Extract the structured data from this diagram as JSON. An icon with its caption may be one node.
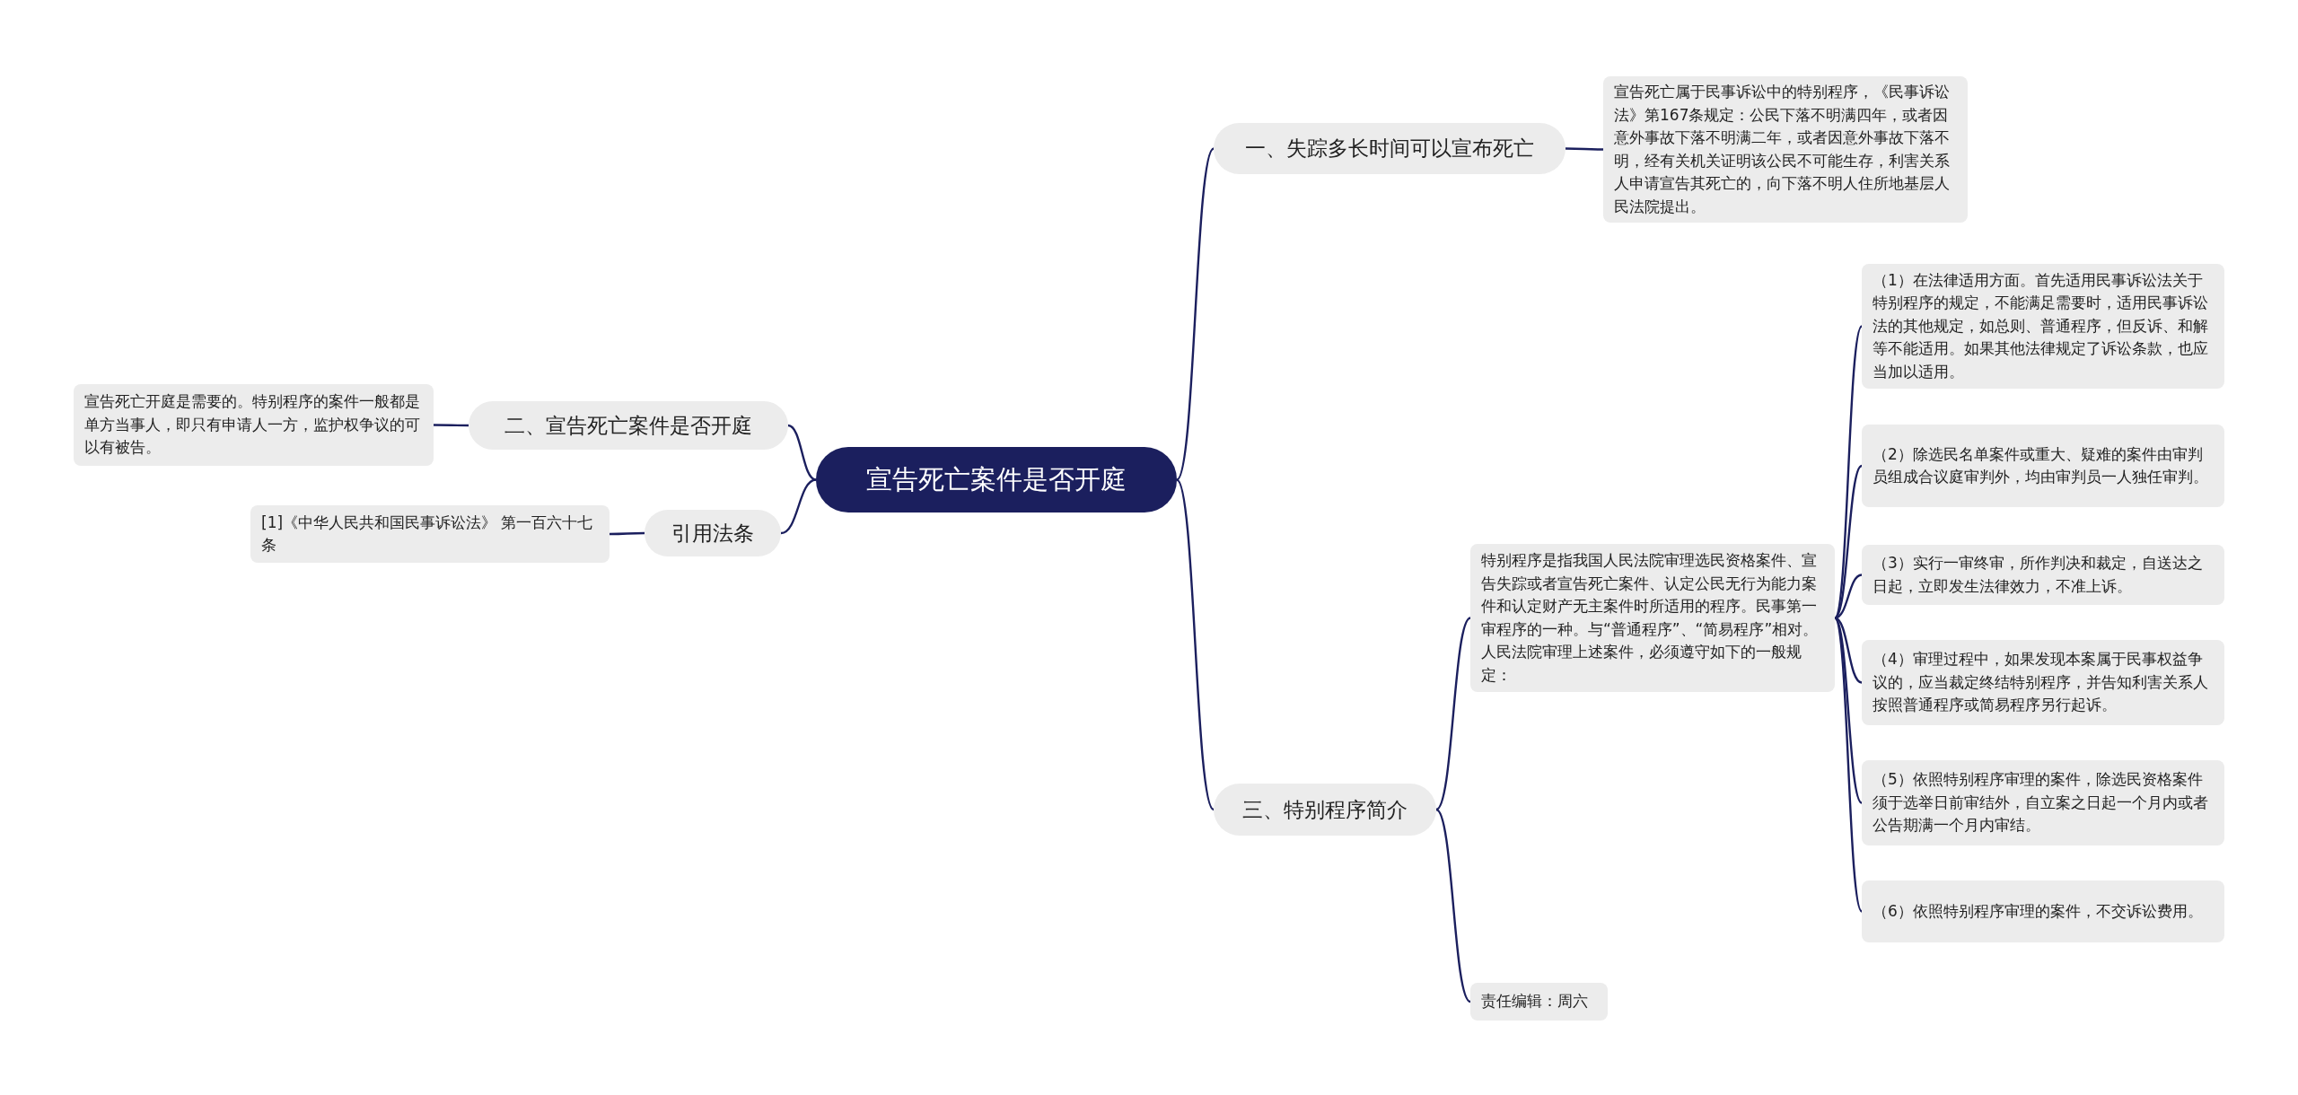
{
  "diagram": {
    "nodes": [
      {
        "text": [
          "宣告死亡案件是否开庭"
        ]
      },
      {
        "text": [
          "一、失踪多长时间可以宣布死亡"
        ]
      },
      {
        "text": [
          "宣告死亡属于民事诉讼中的特别程序，《民事诉讼法》第167条规定：公民下落不明满四年，或者因意外事故下落不明满二年，或者因意外事故下落不明，经有关机关证明该公民不可能生存，利害关系人申请宣告其死亡的，向下落不明人住所地基层人民法院提出。"
        ]
      },
      {
        "text": [
          "二、宣告死亡案件是否开庭"
        ]
      },
      {
        "text": [
          "宣告死亡开庭是需要的。特别程序的案件一般都是单方当事人，即只有申请人一方，监护权争议的可以有被告。"
        ]
      },
      {
        "text": [
          "引用法条"
        ]
      },
      {
        "text": [
          "[1]《中华人民共和国民事诉讼法》 第一百六十七条"
        ]
      },
      {
        "text": [
          "三、特别程序简介"
        ]
      },
      {
        "text": [
          "特别程序是指我国人民法院审理选民资格案件、宣告失踪或者宣告死亡案件、认定公民无行为能力案件和认定财产无主案件时所适用的程序。民事第一审程序的一种。与“普通程序”、“简易程序”相对。人民法院审理上述案件，必须遵守如下的一般规定："
        ]
      },
      {
        "text": [
          "（1）在法律适用方面。首先适用民事诉讼法关于特别程序的规定，不能满足需要时，适用民事诉讼法的其他规定，如总则、普通程序，但反诉、和解等不能适用。如果其他法律规定了诉讼条款，也应当加以适用。"
        ]
      },
      {
        "text": [
          "（2）除选民名单案件或重大、疑难的案件由审判员组成合议庭审判外，均由审判员一人独任审判。"
        ]
      },
      {
        "text": [
          "（3）实行一审终审，所作判决和裁定，自送达之日起，立即发生法律效力，不准上诉。"
        ]
      },
      {
        "text": [
          "（4）审理过程中，如果发现本案属于民事权益争议的，应当裁定终结特别程序，并告知利害关系人按照普通程序或简易程序另行起诉。"
        ]
      },
      {
        "text": [
          "（5）依照特别程序审理的案件，除选民资格案件须于选举日前审结外，自立案之日起一个月内或者公告期满一个月内审结。"
        ]
      },
      {
        "text": [
          "（6）依照特别程序审理的案件，不交诉讼费用。"
        ]
      },
      {
        "text": [
          "责任编辑：周六"
        ]
      }
    ],
    "edges": [
      {
        "from": 0,
        "to": 1,
        "arrow": "none"
      },
      {
        "from": 1,
        "to": 2,
        "arrow": "none"
      },
      {
        "from": 0,
        "to": 3,
        "arrow": "none"
      },
      {
        "from": 3,
        "to": 4,
        "arrow": "none"
      },
      {
        "from": 0,
        "to": 5,
        "arrow": "none"
      },
      {
        "from": 5,
        "to": 6,
        "arrow": "none"
      },
      {
        "from": 0,
        "to": 7,
        "arrow": "none"
      },
      {
        "from": 7,
        "to": 8,
        "arrow": "none"
      },
      {
        "from": 8,
        "to": 9,
        "arrow": "none"
      },
      {
        "from": 8,
        "to": 10,
        "arrow": "none"
      },
      {
        "from": 8,
        "to": 11,
        "arrow": "none"
      },
      {
        "from": 8,
        "to": 12,
        "arrow": "none"
      },
      {
        "from": 8,
        "to": 13,
        "arrow": "none"
      },
      {
        "from": 8,
        "to": 14,
        "arrow": "none"
      },
      {
        "from": 7,
        "to": 15,
        "arrow": "none"
      }
    ]
  }
}
